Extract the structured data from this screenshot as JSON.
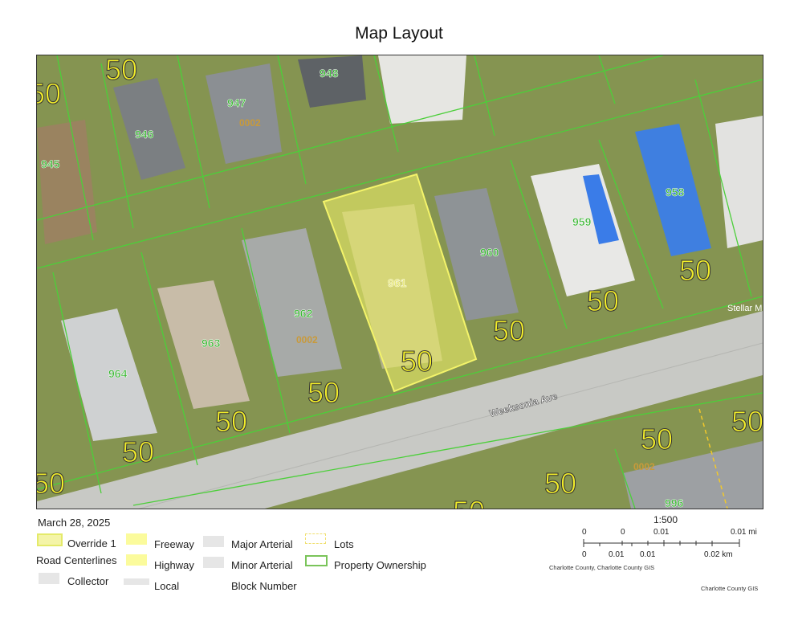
{
  "title": "Map Layout",
  "date": "March 28, 2025",
  "legend": {
    "override": "Override 1",
    "road_centerlines": "Road Centerlines",
    "collector": "Collector",
    "freeway": "Freeway",
    "highway": "Highway",
    "local": "Local",
    "major_arterial": "Major Arterial",
    "minor_arterial": "Minor Arterial",
    "block_number": "Block Number",
    "lots": "Lots",
    "property_ownership": "Property Ownership"
  },
  "scale": {
    "ratio": "1:500",
    "mi_ticks": [
      "0",
      "0",
      "0.01",
      "0.01 mi"
    ],
    "km_ticks": [
      "0",
      "0.01",
      "0.01",
      "0.02 km"
    ],
    "source": "Charlotte County, Charlotte County GIS"
  },
  "credit": "Charlotte County GIS",
  "map": {
    "street": "Weeksonia Ave",
    "watermark": "Stellar MLS",
    "parcels": [
      "945",
      "946",
      "947",
      "948",
      "958",
      "959",
      "960",
      "961",
      "962",
      "963",
      "964",
      "996"
    ],
    "block": "0002",
    "lot_width": "50",
    "colors": {
      "grass": "#7d8f4a",
      "road": "#c9cac6",
      "highlight": "#f4f46a",
      "parcel_line": "#4ccf3a",
      "label_green": "#2fa52a"
    }
  }
}
